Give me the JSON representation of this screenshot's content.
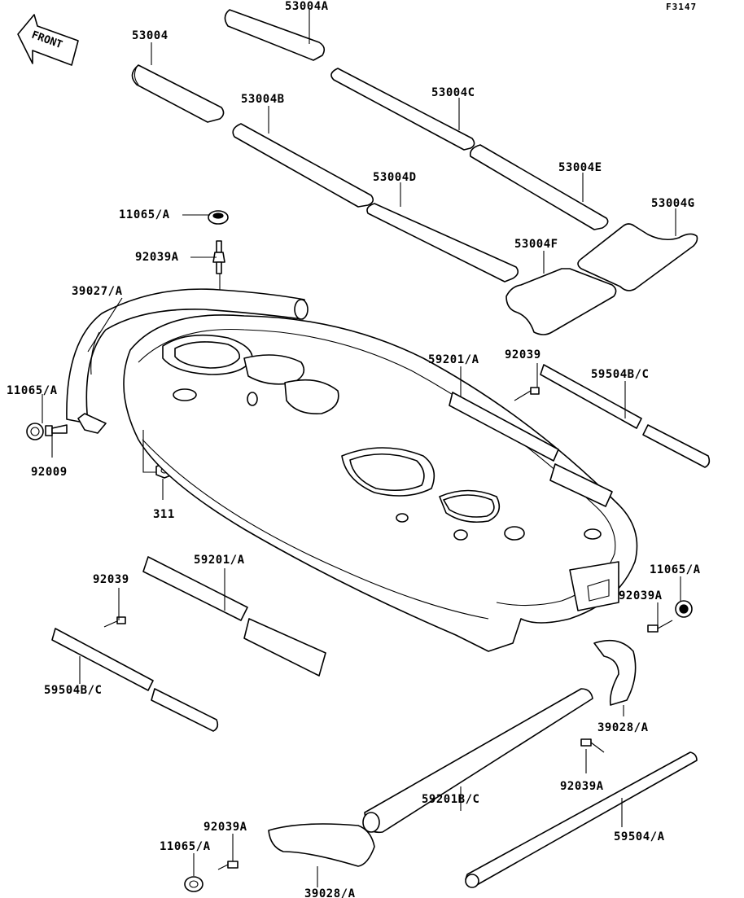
{
  "figure_code": "F3147",
  "front_arrow": "FRONT",
  "callouts": {
    "p53004": "53004",
    "p53004A": "53004A",
    "p53004B": "53004B",
    "p53004C": "53004C",
    "p53004D": "53004D",
    "p53004E": "53004E",
    "p53004F": "53004F",
    "p53004G": "53004G",
    "p11065A_top": "11065/A",
    "p92039A_top": "92039A",
    "p39027A": "39027/A",
    "p11065A_left": "11065/A",
    "p92009": "92009",
    "p311": "311",
    "p59201A_right": "59201/A",
    "p92039_right": "92039",
    "p59504BC_right": "59504B/C",
    "p59201A_left": "59201/A",
    "p92039_left": "92039",
    "p59504BC_left": "59504B/C",
    "p11065A_right": "11065/A",
    "p92039A_right": "92039A",
    "p39028A_right": "39028/A",
    "p92039A_lower": "92039A",
    "p59201BC": "59201B/C",
    "p59504A": "59504/A",
    "p92039A_bottom": "92039A",
    "p11065A_bottom": "11065/A",
    "p39028A_bottom": "39028/A"
  }
}
